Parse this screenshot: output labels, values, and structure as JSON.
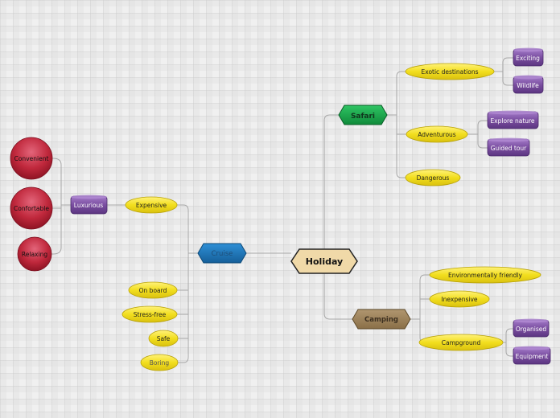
{
  "mindmap": {
    "center": "Holiday",
    "branches": {
      "safari": {
        "label": "Safari",
        "exotic": "Exotic destinations",
        "exciting": "Exciting",
        "wildlife": "Wildlife",
        "adventurous": "Adventurous",
        "explore_nature": "Explore nature",
        "guided_tour": "Guided tour",
        "dangerous": "Dangerous"
      },
      "cruise": {
        "label": "Cruise",
        "expensive": "Expensive",
        "luxurious": "Luxurious",
        "convenient": "Convenient",
        "confortable": "Confortable",
        "relaxing": "Relaxing",
        "on_board": "On board",
        "stress_free": "Stress-free",
        "safe": "Safe",
        "boring": "Boring"
      },
      "camping": {
        "label": "Camping",
        "eco": "Environmentally friendly",
        "inexpensive": "Inexpensive",
        "campground": "Campground",
        "organised": "Organised",
        "equipment": "Equipment"
      }
    }
  },
  "colors": {
    "center_fill": "#f0d9a8",
    "safari_fill": "#1aa34a",
    "cruise_fill": "#1a73b8",
    "camping_fill": "#9a7f55",
    "leaf_yellow": "#f2de1e",
    "leaf_purple": "#7a4ea0",
    "leaf_red": "#c0283c",
    "connector": "#999999"
  }
}
